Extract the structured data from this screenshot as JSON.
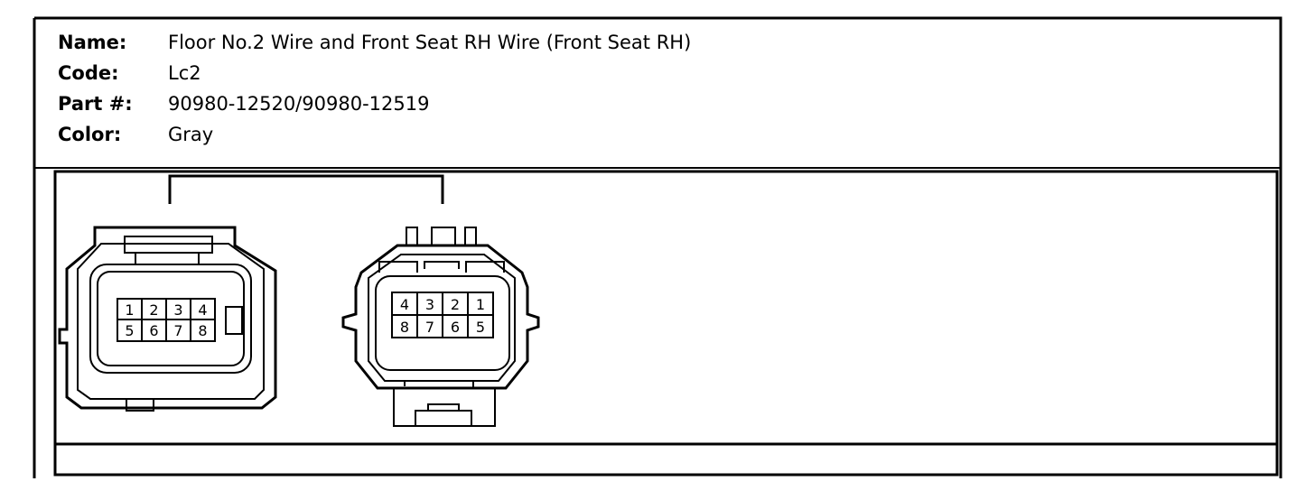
{
  "info": {
    "name_label": "Name:",
    "name_value": "Floor No.2 Wire and Front Seat RH Wire (Front Seat RH)",
    "code_label": "Code:",
    "code_value": "Lc2",
    "part_label": "Part #:",
    "part_value": "90980-12520/90980-12519",
    "color_label": "Color:",
    "color_value": "Gray"
  },
  "connector_left": {
    "pins_top": [
      "1",
      "2",
      "3",
      "4"
    ],
    "pins_bottom": [
      "5",
      "6",
      "7",
      "8"
    ]
  },
  "connector_right": {
    "pins_top": [
      "4",
      "3",
      "2",
      "1"
    ],
    "pins_bottom": [
      "8",
      "7",
      "6",
      "5"
    ]
  }
}
